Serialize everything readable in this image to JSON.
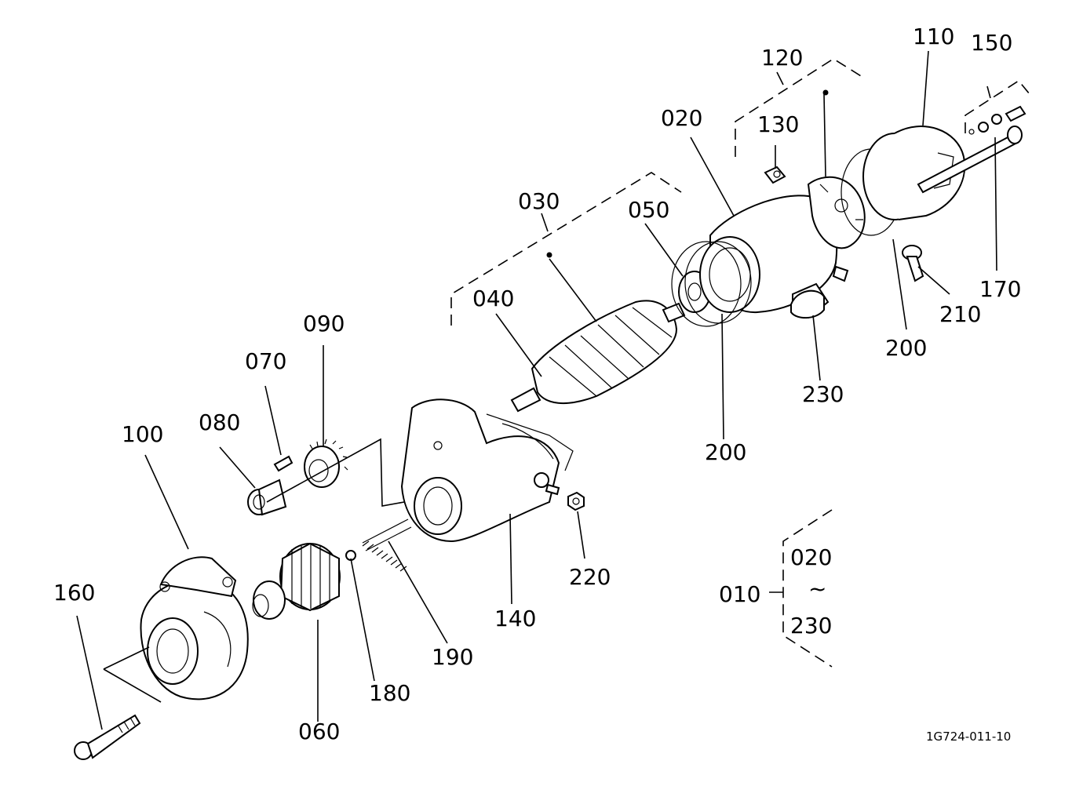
{
  "drawing_code": "1G724-011-10",
  "labels": {
    "p010": "010",
    "p020": "020",
    "p030": "030",
    "p040": "040",
    "p050": "050",
    "p060": "060",
    "p070": "070",
    "p080": "080",
    "p090": "090",
    "p100": "100",
    "p110": "110",
    "p120": "120",
    "p130": "130",
    "p140": "140",
    "p150": "150",
    "p160": "160",
    "p170": "170",
    "p180": "180",
    "p190": "190",
    "p200a": "200",
    "p200b": "200",
    "p210": "210",
    "p220": "220",
    "p230": "230"
  },
  "assembly_note": {
    "range_start": "020",
    "range_sep": "~",
    "range_end": "230"
  }
}
